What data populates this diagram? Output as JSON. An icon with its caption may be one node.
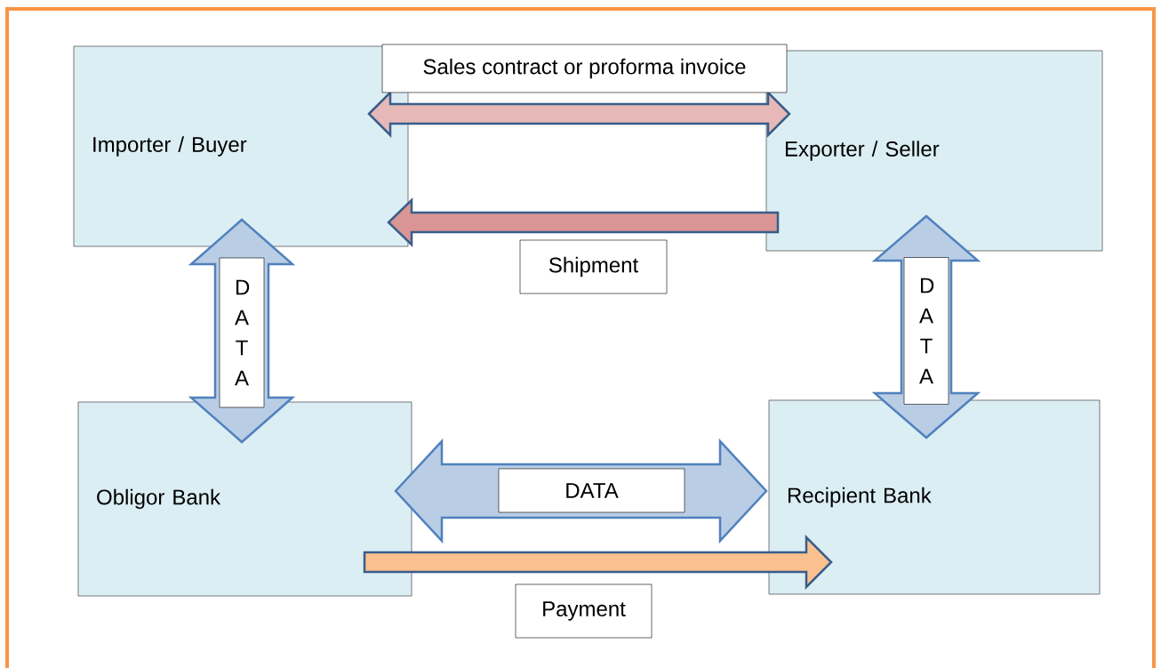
{
  "diagram": {
    "nodes": [
      {
        "text": [
          "Importer / Buyer"
        ]
      },
      {
        "text": [
          "Exporter / Seller"
        ]
      },
      {
        "text": [
          "Obligor Bank"
        ]
      },
      {
        "text": [
          "Recipient Bank"
        ]
      }
    ],
    "edges": [
      {
        "from": 0,
        "to": 1,
        "arrow": "both",
        "label": "Sales contract or proforma invoice",
        "color": "#e6b9b8"
      },
      {
        "from": 1,
        "to": 0,
        "arrow": "to",
        "label": "Shipment",
        "color": "#d99694"
      },
      {
        "from": 0,
        "to": 2,
        "arrow": "both",
        "label": "D A T A",
        "color": "#b9cde5"
      },
      {
        "from": 1,
        "to": 3,
        "arrow": "both",
        "label": "D A T A",
        "color": "#b9cde5"
      },
      {
        "from": 2,
        "to": 3,
        "arrow": "both",
        "label": "DATA",
        "color": "#b9cde5"
      },
      {
        "from": 2,
        "to": 3,
        "arrow": "to",
        "label": "Payment",
        "color": "#fac090"
      }
    ]
  }
}
